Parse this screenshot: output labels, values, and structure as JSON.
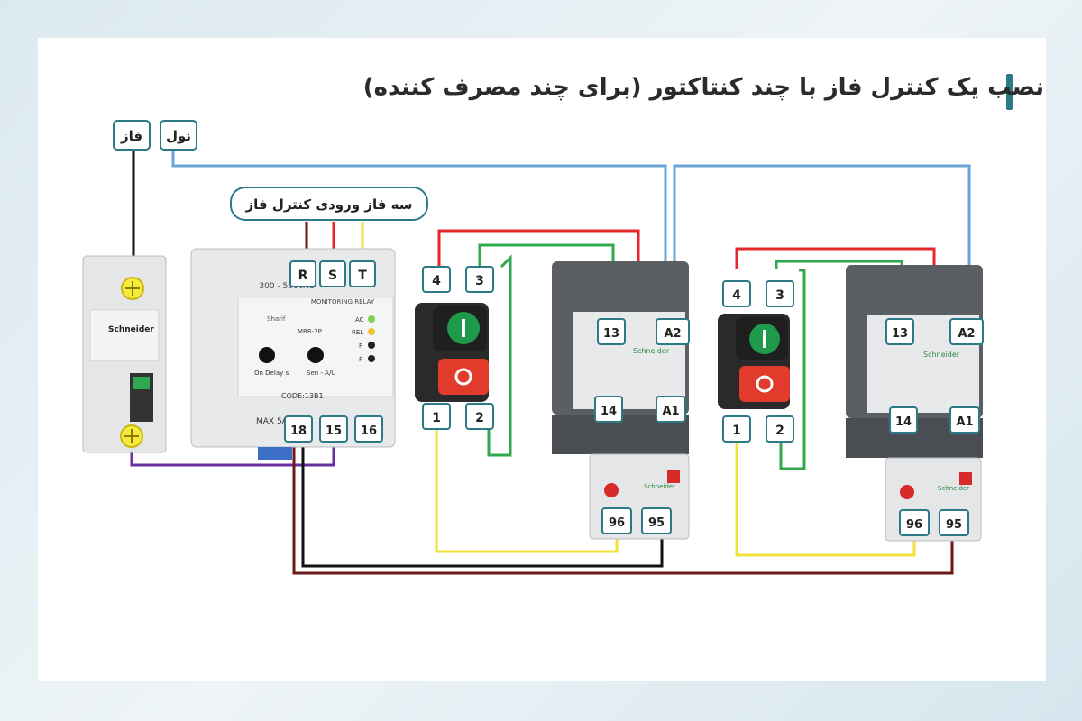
{
  "title": "نصب یک کنترل فاز با چند کنتاکتور (برای چند مصرف کننده)",
  "labels": {
    "phase": "فاز",
    "neutral": "نول",
    "three_phase_input": "سه فاز ورودی کنترل فاز"
  },
  "relay": {
    "terminals_top": [
      "R",
      "S",
      "T"
    ],
    "voltage": "300 - 500VAC",
    "header": "MONITORING RELAY",
    "brand": "Sharif",
    "model": "MRB-2P",
    "knob1": "On Delay s",
    "knob2": "Sen - A/U",
    "led_labels": [
      "AC",
      "REL",
      "F",
      "P"
    ],
    "code": "CODE:13B1",
    "max": "MAX 5A",
    "terminals_bottom": [
      "18",
      "15",
      "16"
    ]
  },
  "breaker": {
    "brand": "Schneider"
  },
  "pushbutton_terminals": [
    "4",
    "3",
    "1",
    "2"
  ],
  "contactor_terminals": [
    "13",
    "A2",
    "14",
    "A1",
    "96",
    "95"
  ],
  "contactor_brand": "Schneider",
  "colors": {
    "accent": "#2c7a86",
    "neutral_wire": "#6aa4d6",
    "phase_wire": "#111111",
    "r_wire": "#6b1a1a",
    "s_wire": "#e5262b",
    "t_wire": "#f2e03b",
    "green_wire": "#2fa84f",
    "purple_wire": "#6a2fa0",
    "yellow_wire": "#f2e03b"
  }
}
